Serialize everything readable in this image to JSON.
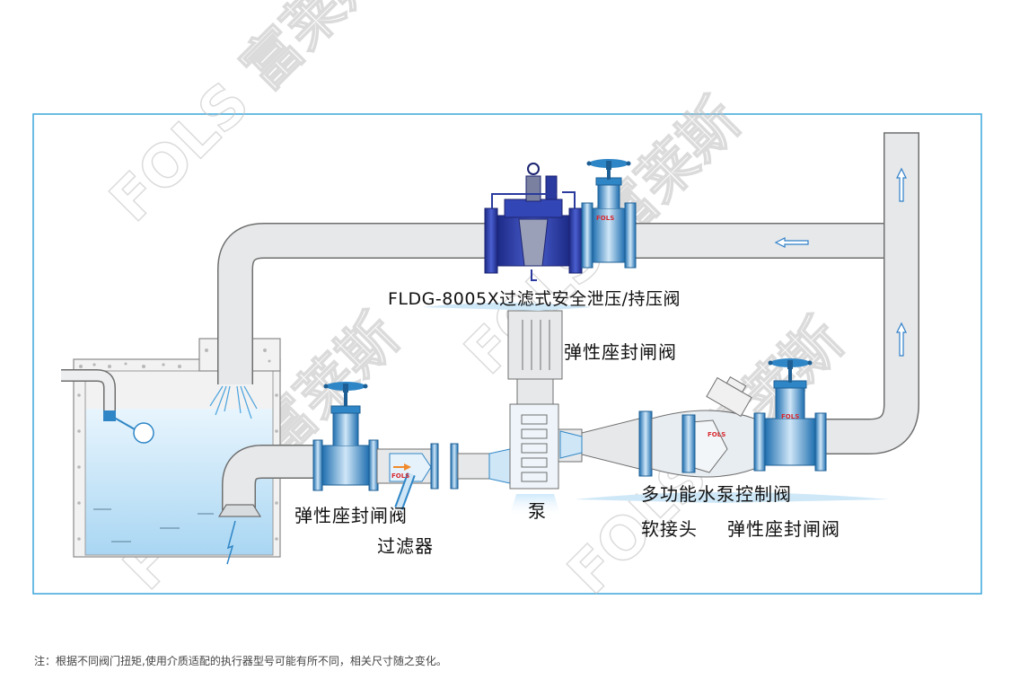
{
  "labels": {
    "main_valve": "FLDG-8005X过滤式安全泄压/持压阀",
    "top_gate_valve": "弹性座封闸阀",
    "left_gate_valve": "弹性座封闸阀",
    "strainer": "过滤器",
    "pump": "泵",
    "control_valve": "多功能水泵控制阀",
    "flex_joint": "软接头",
    "right_gate_valve": "弹性座封闸阀"
  },
  "watermark": "FOLS 富莱斯",
  "valve_badge": "FOLS",
  "footnote": "注：根据不同阀门扭矩,使用介质适配的执行器型号可能有所不同，相关尺寸随之变化。",
  "colors": {
    "frame": "#3aa6dc",
    "pipe_fill": "#e4e6e8",
    "pipe_line": "#6f6f6f",
    "water": "#bfe1f6",
    "valve_blue": "#2f86c6",
    "main_valve_blue": "#2a3a9e",
    "arrow": "#2f7fc8",
    "badge_red": "#d7282f"
  }
}
